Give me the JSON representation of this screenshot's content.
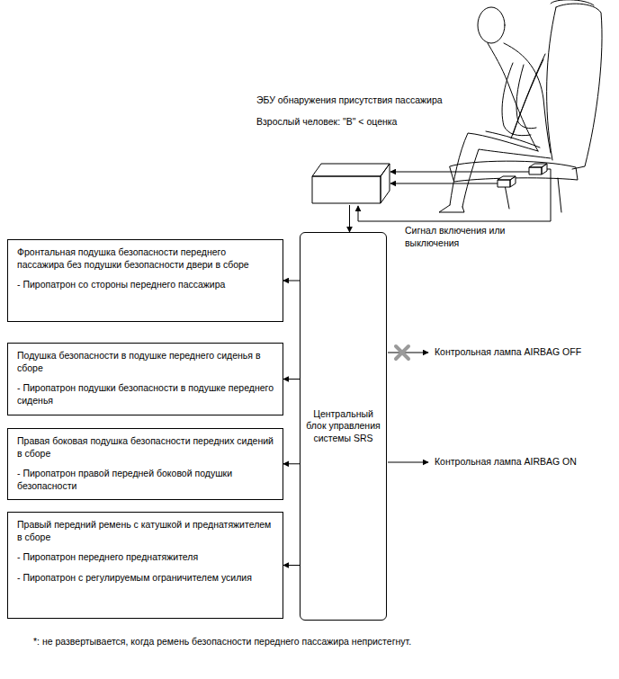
{
  "diagram": {
    "nodes": [
      {
        "text": [
          "ЭБУ обнаружения присутствия пассажира",
          "Взрослый человек: \"B\" < оценка"
        ]
      },
      {
        "text": [
          "Фронтальная подушка безопасности переднего пассажира без подушки безопасности двери в сборе",
          "- Пиропатрон со стороны переднего пассажира"
        ]
      },
      {
        "text": [
          "Подушка безопасности в подушке переднего сиденья в сборе",
          "- Пиропатрон подушки безопасности в подушке переднего сиденья"
        ]
      },
      {
        "text": [
          "Правая боковая подушка безопасности передних сидений в сборе",
          "- Пиропатрон правой передней боковой подушки безопасности"
        ]
      },
      {
        "text": [
          "Правый передний ремень с катушкой и преднатяжителем в сборе",
          "- Пиропатрон переднего преднатяжителя",
          "- Пиропатрон с регулируемым ограничителем усилия"
        ]
      },
      {
        "text": [
          "Центральный блок управления системы SRS"
        ]
      }
    ],
    "edges": [
      {
        "from": 0,
        "to": 5,
        "arrow": "to"
      },
      {
        "from": 5,
        "to": 1,
        "arrow": "to"
      },
      {
        "from": 5,
        "to": 2,
        "arrow": "to"
      },
      {
        "from": 5,
        "to": 3,
        "arrow": "to"
      },
      {
        "from": 5,
        "to": 4,
        "arrow": "to"
      }
    ],
    "labels": [
      "Сигнал включения или выключения",
      "Контрольная лампа AIRBAG OFF",
      "Контрольная лампа AIRBAG ON",
      "*: не развертывается, когда ремень безопасности переднего пассажира непристегнут."
    ]
  }
}
